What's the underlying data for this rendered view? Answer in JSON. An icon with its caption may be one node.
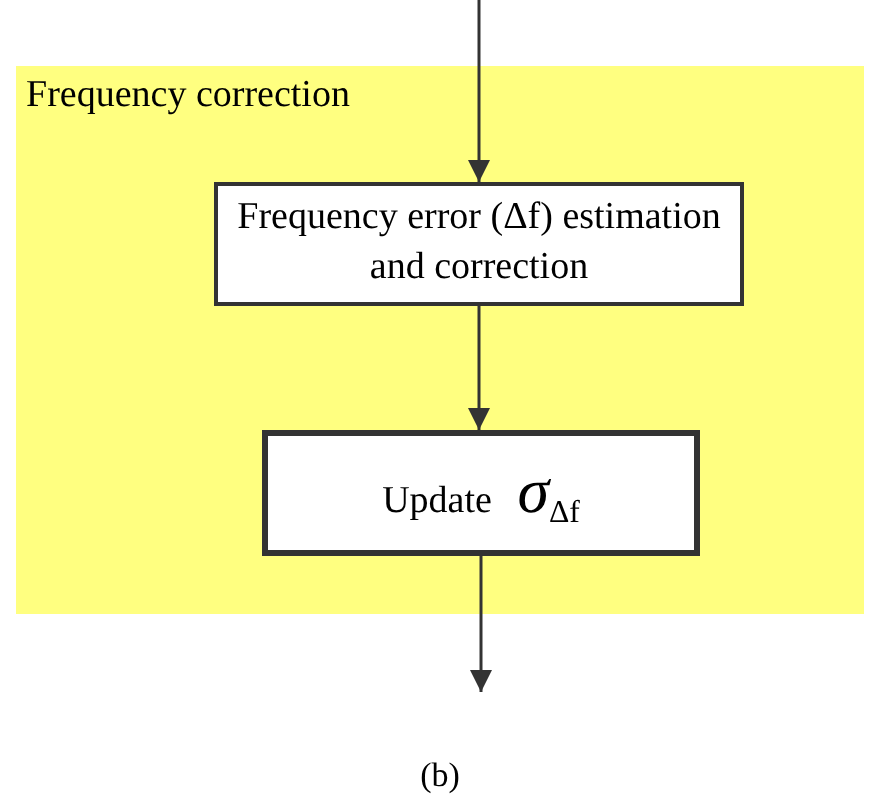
{
  "diagram": {
    "caption": "(b)",
    "nodes": [
      {
        "text": [
          "Frequency correction"
        ]
      },
      {
        "text": [
          "Frequency error (Δf) estimation and correction"
        ],
        "in": 0
      },
      {
        "text": [
          "Update *σ*$_{Δf}$"
        ],
        "in": 0
      }
    ],
    "edges": [
      {
        "from": null,
        "to": 1,
        "arrow": "to"
      },
      {
        "from": 1,
        "to": 2,
        "arrow": "to"
      },
      {
        "from": 2,
        "to": null,
        "arrow": "to"
      }
    ]
  }
}
